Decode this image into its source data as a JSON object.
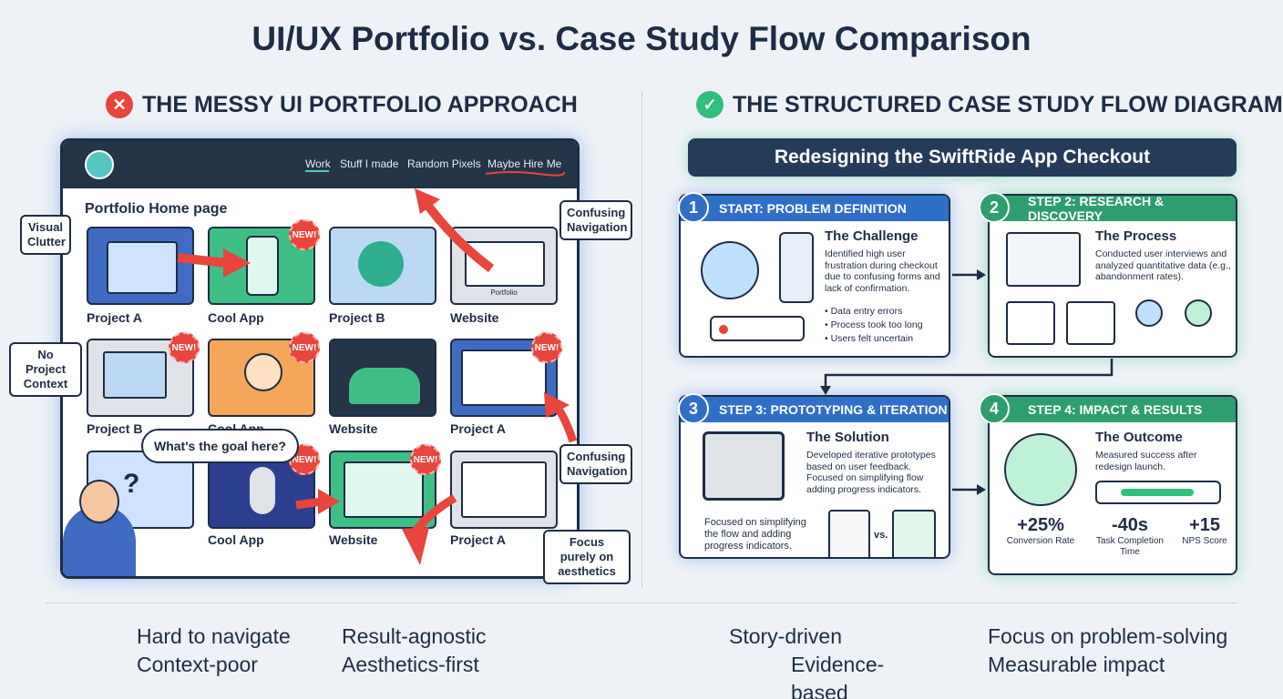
{
  "title": "UI/UX Portfolio vs. Case Study Flow Comparison",
  "left": {
    "heading": "THE MESSY UI PORTFOLIO APPROACH",
    "nav": [
      "Work",
      "Stuff I made",
      "Random Pixels",
      "Maybe Hire Me"
    ],
    "page_title": "Portfolio Home page",
    "tiles": [
      "Project A",
      "Cool App",
      "Project B",
      "Website",
      "Project B",
      "Cool App",
      "Website",
      "Project A",
      "Website",
      "Project A"
    ],
    "new_badge": "NEW!",
    "mock_caption": "Portfolio",
    "callouts": {
      "visual_clutter": "Visual Clutter",
      "no_context": "No Project Context",
      "confusing_nav": "Confusing Navigation",
      "aesthetics": "Focus purely on aesthetics"
    },
    "thought": "What's the goal here?",
    "thought_marks": "?",
    "bottom": [
      "Hard to navigate",
      "Context-poor",
      "Result-agnostic",
      "Aesthetics-first"
    ]
  },
  "right": {
    "heading": "THE STRUCTURED CASE STUDY FLOW DIAGRAM",
    "flow_title": "Redesigning the SwiftRide App Checkout",
    "steps": [
      {
        "num": "1",
        "head": "START: PROBLEM DEFINITION",
        "title": "The Challenge",
        "text": "Identified high user frustration during checkout due to confusing forms and lack of confirmation.",
        "bullets": [
          "Data entry errors",
          "Process took too long",
          "Users felt uncertain"
        ]
      },
      {
        "num": "2",
        "head": "STEP 2: RESEARCH & DISCOVERY",
        "title": "The Process",
        "text": "Conducted user interviews and analyzed quantitative data (e.g., abandonment rates)."
      },
      {
        "num": "3",
        "head": "STEP 3: PROTOTYPING & ITERATION",
        "title": "The Solution",
        "text": "Developed iterative prototypes based on user feedback. Focused on simplifying flow adding progress indicators.",
        "side": "Focused on simplifying the flow and adding progress indicators.",
        "vs": "vs."
      },
      {
        "num": "4",
        "head": "STEP 4: IMPACT & RESULTS",
        "title": "The Outcome",
        "text": "Measured success after redesign launch.",
        "stats": [
          {
            "value": "+25%",
            "label": "Conversion Rate"
          },
          {
            "value": "-40s",
            "label": "Task Completion Time"
          },
          {
            "value": "+15",
            "label": "NPS Score"
          }
        ]
      }
    ],
    "bottom": [
      "Story-driven",
      "Evidence-based",
      "Focus on problem-solving",
      "Measurable impact"
    ]
  },
  "colors": {
    "navy": "#1e2d45",
    "blue_head": "#2f6fc7",
    "green_head": "#2f9e6e",
    "red": "#e8453c",
    "green_check": "#2fbf7f"
  }
}
